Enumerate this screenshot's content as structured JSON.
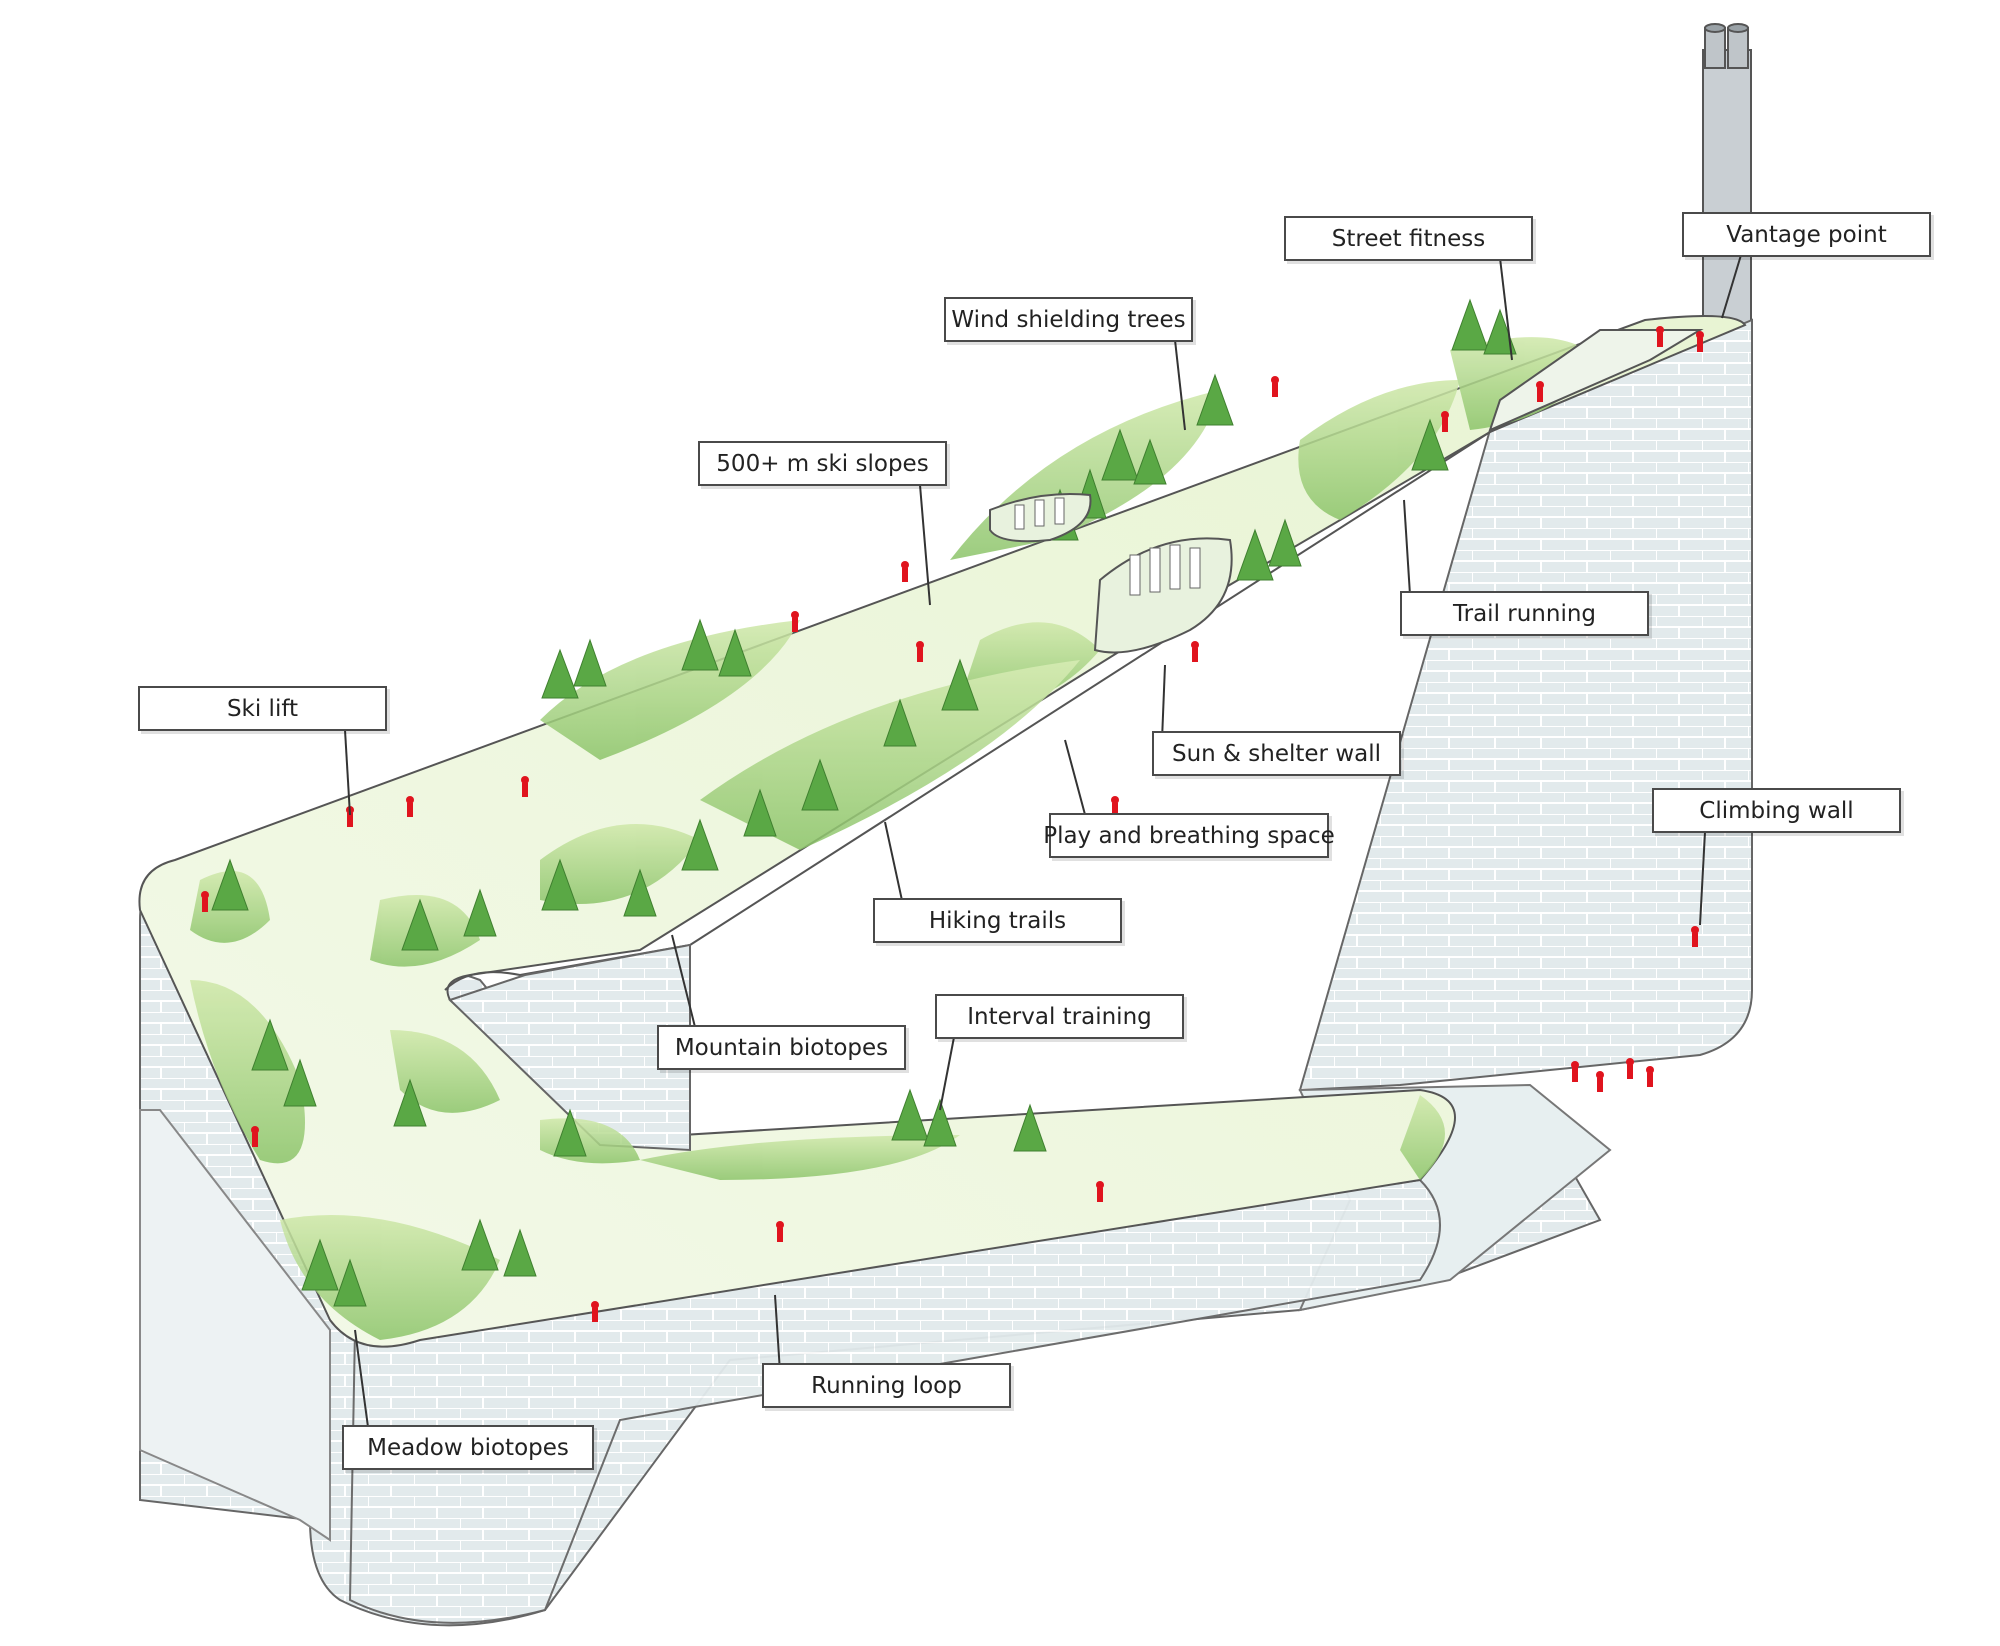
{
  "colors": {
    "accent_people": "#e0141e",
    "roof_green": "#eef7dc",
    "tree_green": "#4f9c3a",
    "facade": "#dde7e9",
    "leader": "#333333"
  },
  "callouts": [
    {
      "id": "vantage-point",
      "label": "Vantage point"
    },
    {
      "id": "street-fitness",
      "label": "Street fitness"
    },
    {
      "id": "wind-shielding-trees",
      "label": "Wind shielding trees"
    },
    {
      "id": "ski-slopes",
      "label": "500+ m ski slopes"
    },
    {
      "id": "trail-running",
      "label": "Trail running"
    },
    {
      "id": "ski-lift",
      "label": "Ski lift"
    },
    {
      "id": "sun-shelter-wall",
      "label": "Sun & shelter wall"
    },
    {
      "id": "climbing-wall",
      "label": "Climbing wall"
    },
    {
      "id": "play-breathing-space",
      "label": "Play and breathing space"
    },
    {
      "id": "hiking-trails",
      "label": "Hiking trails"
    },
    {
      "id": "interval-training",
      "label": "Interval training"
    },
    {
      "id": "mountain-biotopes",
      "label": "Mountain biotopes"
    },
    {
      "id": "running-loop",
      "label": "Running loop"
    },
    {
      "id": "meadow-biotopes",
      "label": "Meadow biotopes"
    }
  ]
}
